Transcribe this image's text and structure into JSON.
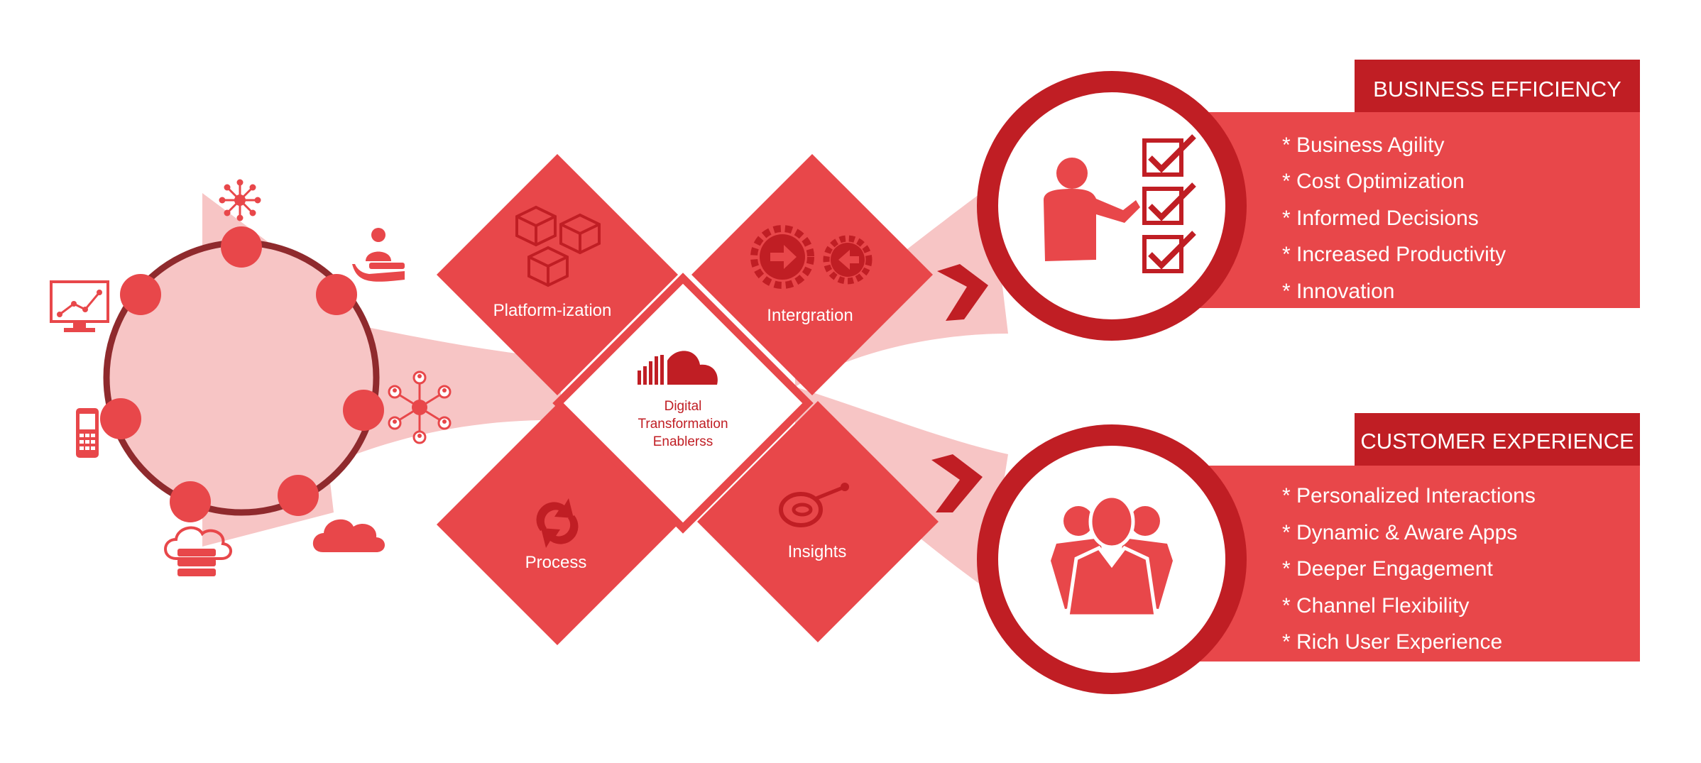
{
  "colors": {
    "primary_red": "#e8474a",
    "dark_red": "#c01e24",
    "ring_red": "#8f2a2d",
    "light_pink": "#f7c5c5",
    "white": "#ffffff"
  },
  "enablers": {
    "center": {
      "line1": "Digital",
      "line2": "Transformation",
      "line3": "Enablerss",
      "icon": "cloud-bars-icon"
    },
    "diamonds": [
      {
        "label": "Platform-ization",
        "icon": "cubes-icon"
      },
      {
        "label": "Intergration",
        "icon": "gears-icon"
      },
      {
        "label": "Process",
        "icon": "refresh-icon"
      },
      {
        "label": "Insights",
        "icon": "eye-insight-icon"
      }
    ]
  },
  "source_icons": [
    "network-hub-icon",
    "service-person-icon",
    "monitor-chart-icon",
    "mobile-phone-icon",
    "people-network-icon",
    "cloud-database-icon",
    "cloud-icon"
  ],
  "outcomes": {
    "business_efficiency": {
      "title": "BUSINESS EFFICIENCY",
      "icon": "presenter-checklist-icon",
      "items": [
        "* Business Agility",
        "* Cost Optimization",
        "* Informed Decisions",
        "* Increased Productivity",
        "* Innovation"
      ]
    },
    "customer_experience": {
      "title": "CUSTOMER EXPERIENCE",
      "icon": "customer-group-icon",
      "items": [
        "* Personalized  Interactions",
        "* Dynamic & Aware Apps",
        "* Deeper Engagement",
        "* Channel Flexibility",
        "* Rich User Experience"
      ]
    }
  }
}
